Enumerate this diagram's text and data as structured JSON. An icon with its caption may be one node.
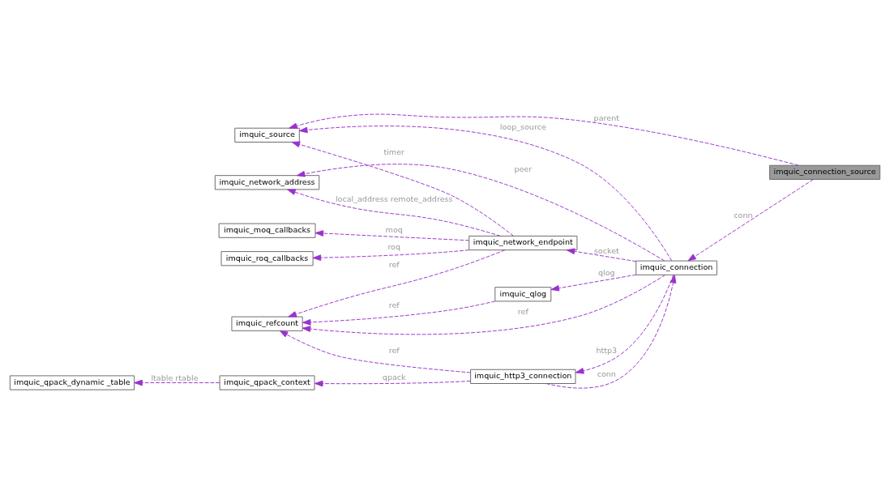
{
  "diagram": {
    "nodes": [
      {
        "text": [
          "imquic_connection_source"
        ]
      },
      {
        "text": [
          "imquic_source"
        ]
      },
      {
        "text": [
          "imquic_network_address"
        ]
      },
      {
        "text": [
          "imquic_moq_callbacks"
        ]
      },
      {
        "text": [
          "imquic_roq_callbacks"
        ]
      },
      {
        "text": [
          "imquic_network_endpoint"
        ]
      },
      {
        "text": [
          "imquic_connection"
        ]
      },
      {
        "text": [
          "imquic_qlog"
        ]
      },
      {
        "text": [
          "imquic_refcount"
        ]
      },
      {
        "text": [
          "imquic_http3_connection"
        ]
      },
      {
        "text": [
          "imquic_qpack_dynamic _table"
        ]
      },
      {
        "text": [
          "imquic_qpack_context"
        ]
      }
    ],
    "edges": [
      {
        "from": 0,
        "to": 1,
        "arrow": "to",
        "label": "parent",
        "style": "dashed"
      },
      {
        "from": 6,
        "to": 1,
        "arrow": "to",
        "label": "loop_source",
        "style": "dashed"
      },
      {
        "from": 5,
        "to": 1,
        "arrow": "to",
        "label": "timer",
        "style": "dashed"
      },
      {
        "from": 6,
        "to": 2,
        "arrow": "to",
        "label": "peer",
        "style": "dashed"
      },
      {
        "from": 5,
        "to": 2,
        "arrow": "to",
        "label": "local_address remote_address",
        "style": "dashed"
      },
      {
        "from": 5,
        "to": 3,
        "arrow": "to",
        "label": "moq",
        "style": "dashed"
      },
      {
        "from": 5,
        "to": 4,
        "arrow": "to",
        "label": "roq",
        "style": "dashed"
      },
      {
        "from": 5,
        "to": 8,
        "arrow": "to",
        "label": "ref",
        "style": "dashed"
      },
      {
        "from": 6,
        "to": 5,
        "arrow": "to",
        "label": "socket",
        "style": "dashed"
      },
      {
        "from": 6,
        "to": 7,
        "arrow": "to",
        "label": "qlog",
        "style": "dashed"
      },
      {
        "from": 7,
        "to": 8,
        "arrow": "to",
        "label": "ref",
        "style": "dashed"
      },
      {
        "from": 6,
        "to": 8,
        "arrow": "to",
        "label": "ref",
        "style": "dashed"
      },
      {
        "from": 0,
        "to": 6,
        "arrow": "to",
        "label": "conn",
        "style": "dashed"
      },
      {
        "from": 6,
        "to": 9,
        "arrow": "to",
        "label": "http3",
        "style": "dashed"
      },
      {
        "from": 9,
        "to": 6,
        "arrow": "to",
        "label": "conn",
        "style": "dashed"
      },
      {
        "from": 9,
        "to": 8,
        "arrow": "to",
        "label": "ref",
        "style": "dashed"
      },
      {
        "from": 9,
        "to": 11,
        "arrow": "to",
        "label": "qpack",
        "style": "dashed"
      },
      {
        "from": 11,
        "to": 10,
        "arrow": "to",
        "label": "ltable rtable",
        "style": "dashed"
      }
    ]
  }
}
